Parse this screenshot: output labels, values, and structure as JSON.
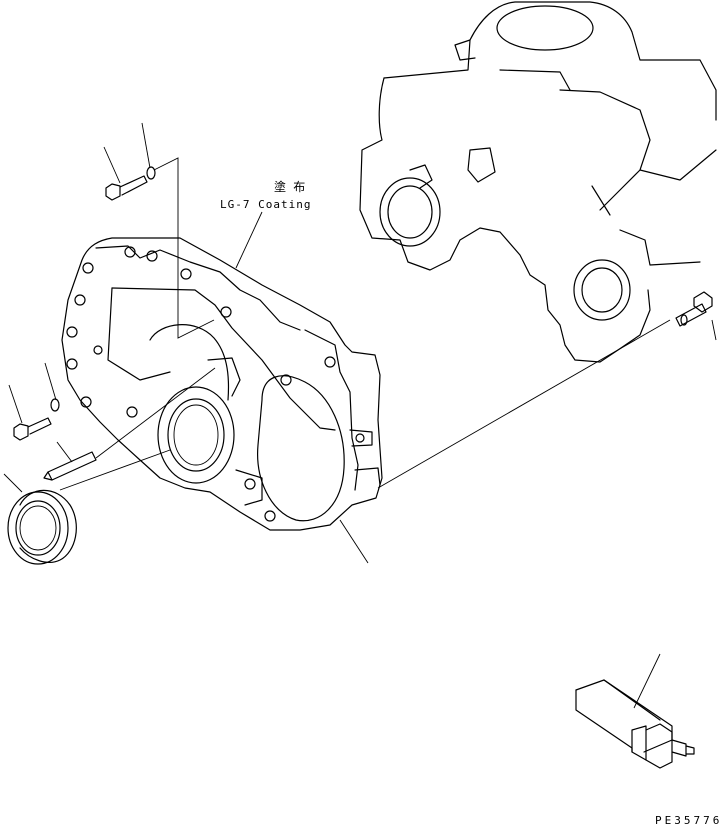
{
  "annotation": {
    "label_jp": "塗 布",
    "label_en": "LG-7 Coating"
  },
  "drawing_number": "PE35776"
}
